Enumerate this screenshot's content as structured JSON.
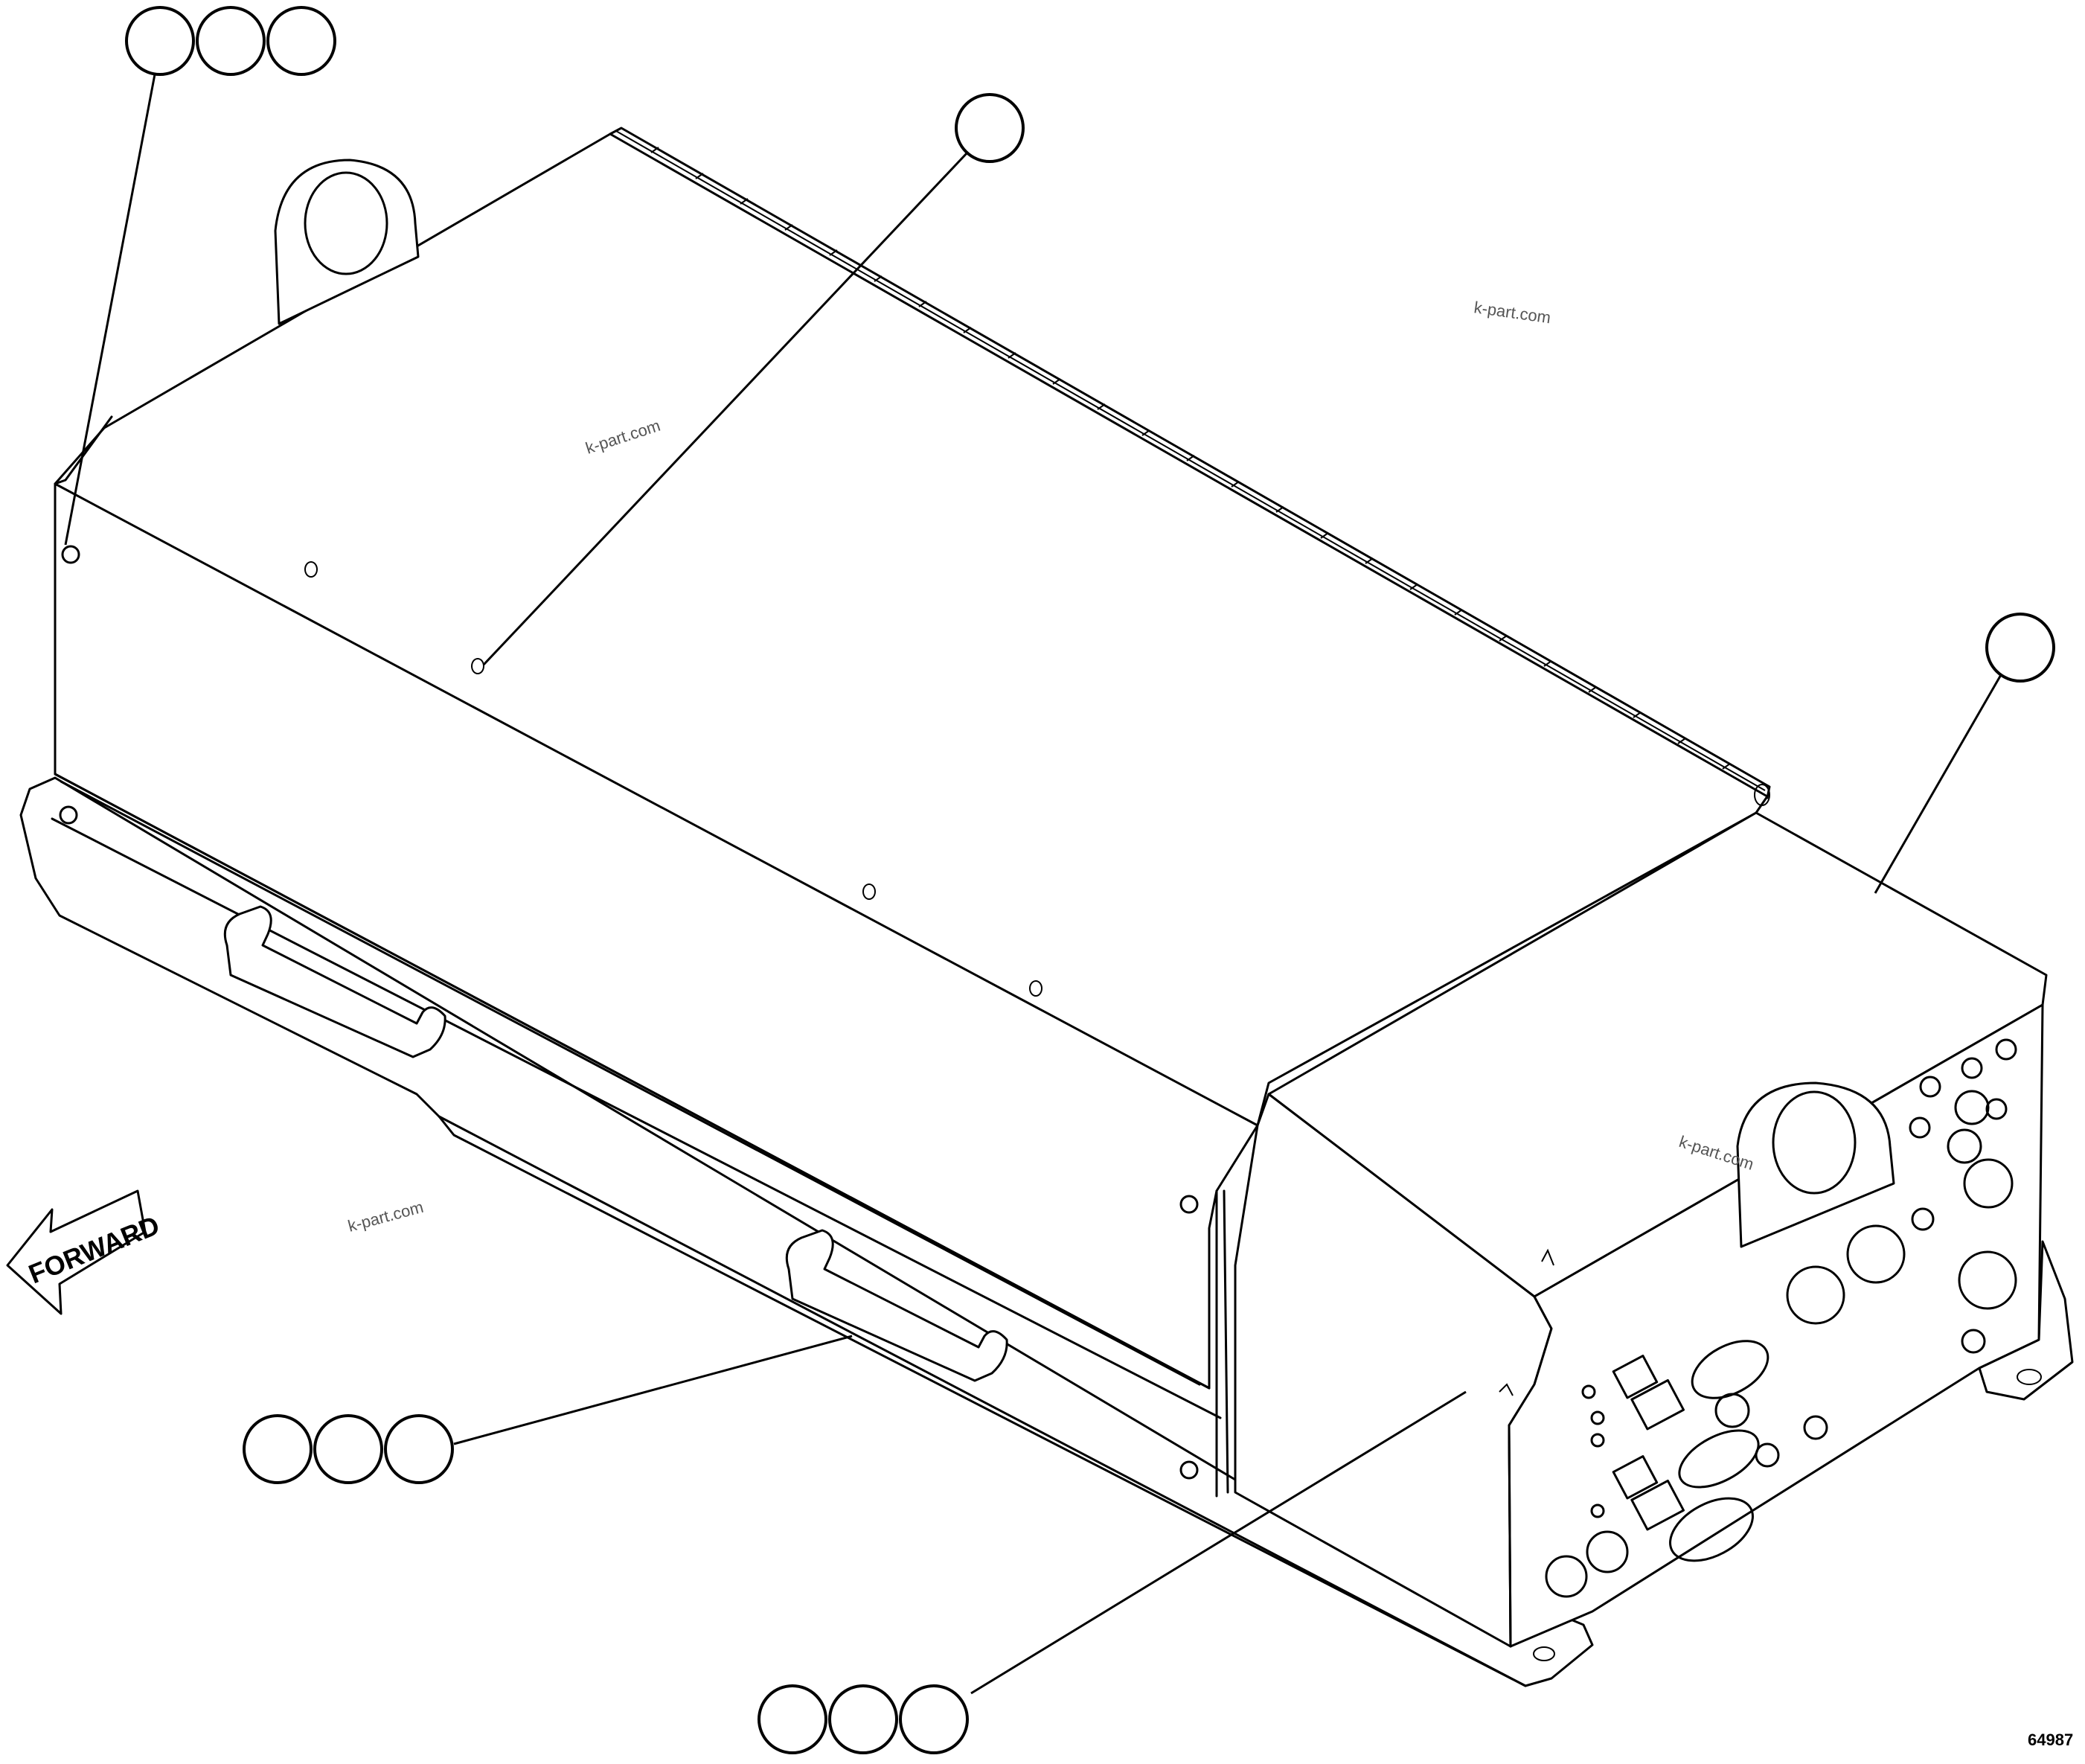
{
  "diagram": {
    "direction_label": "FORWARD",
    "figure_number": "64987",
    "watermarks": [
      "k-part.com",
      "k-part.com",
      "k-part.com",
      "k-part.com"
    ],
    "callouts": [
      {
        "id": "callout-top-left",
        "circles": 3
      },
      {
        "id": "callout-top-center",
        "circles": 1
      },
      {
        "id": "callout-right",
        "circles": 1
      },
      {
        "id": "callout-handle",
        "circles": 3
      },
      {
        "id": "callout-bottom",
        "circles": 3
      }
    ]
  }
}
